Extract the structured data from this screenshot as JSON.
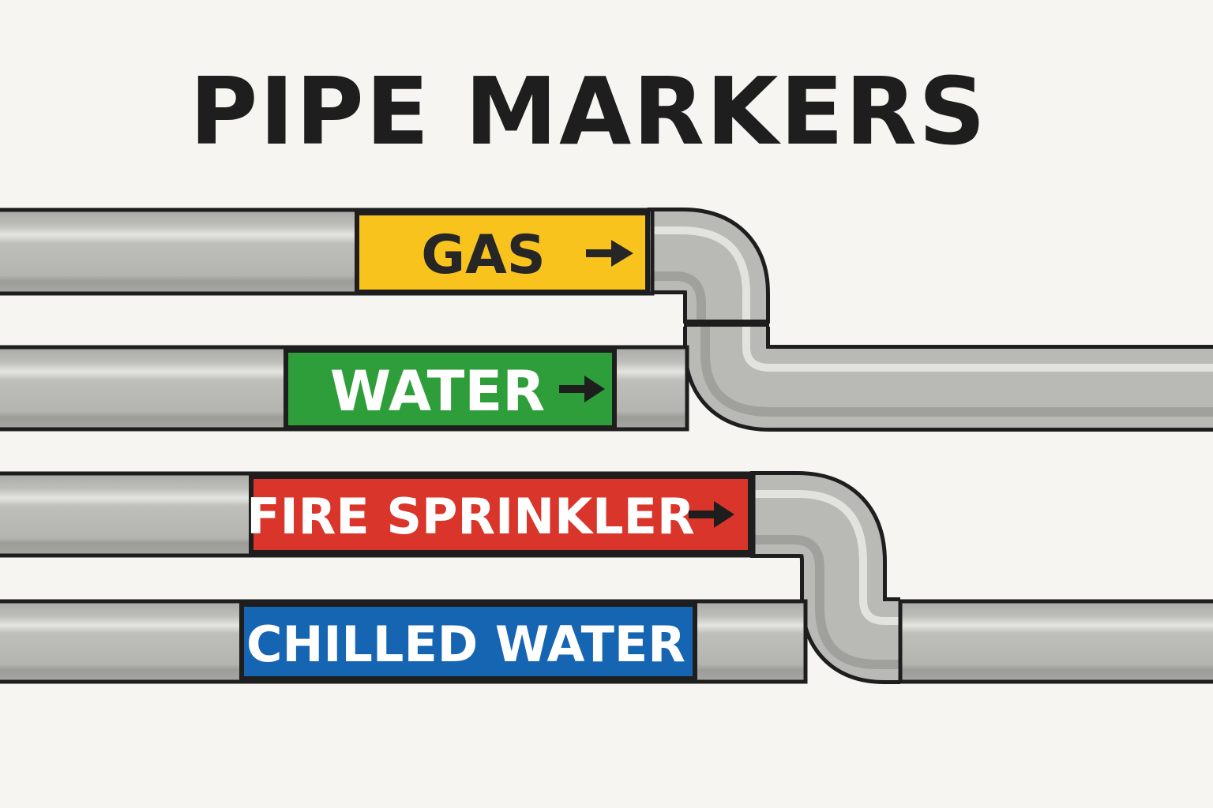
{
  "title": "PIPE MARKERS",
  "colors": {
    "background": "#f7f5f1",
    "outline": "#1e1e1e",
    "pipe": "#b9b9b5",
    "pipe_shadow": "#9d9d99",
    "pipe_highlight": "#e6e6e2"
  },
  "markers": [
    {
      "label": "GAS",
      "color": "#f8c31c",
      "text_color": "#262626",
      "flow_arrow": "right",
      "arrow_icon": "arrow-right-icon"
    },
    {
      "label": "WATER",
      "color": "#2e9e3a",
      "text_color": "#ffffff",
      "flow_arrow": "right",
      "arrow_icon": "arrow-right-icon"
    },
    {
      "label": "FIRE SPRINKLER",
      "color": "#d9352b",
      "text_color": "#ffffff",
      "flow_arrow": "right",
      "arrow_icon": "arrow-right-icon"
    },
    {
      "label": "CHILLED WATER",
      "color": "#1665b3",
      "text_color": "#ffffff",
      "flow_arrow": "none",
      "arrow_icon": ""
    }
  ]
}
